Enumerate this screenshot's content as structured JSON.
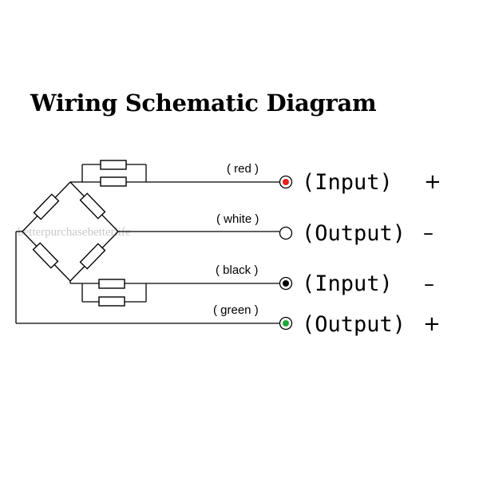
{
  "title": "Wiring Schematic Diagram",
  "watermark": "betterpurchasebetterlife",
  "wires": [
    {
      "color_name": "( red )",
      "terminal_label": "(Input)",
      "sign": "+",
      "dot_color": "#e8201c"
    },
    {
      "color_name": "( white )",
      "terminal_label": "(Output)",
      "sign": "–",
      "dot_color": "#ffffff"
    },
    {
      "color_name": "( black )",
      "terminal_label": "(Input)",
      "sign": "–",
      "dot_color": "#000000"
    },
    {
      "color_name": "( green )",
      "terminal_label": "(Output)",
      "sign": "+",
      "dot_color": "#1fa83a"
    }
  ]
}
